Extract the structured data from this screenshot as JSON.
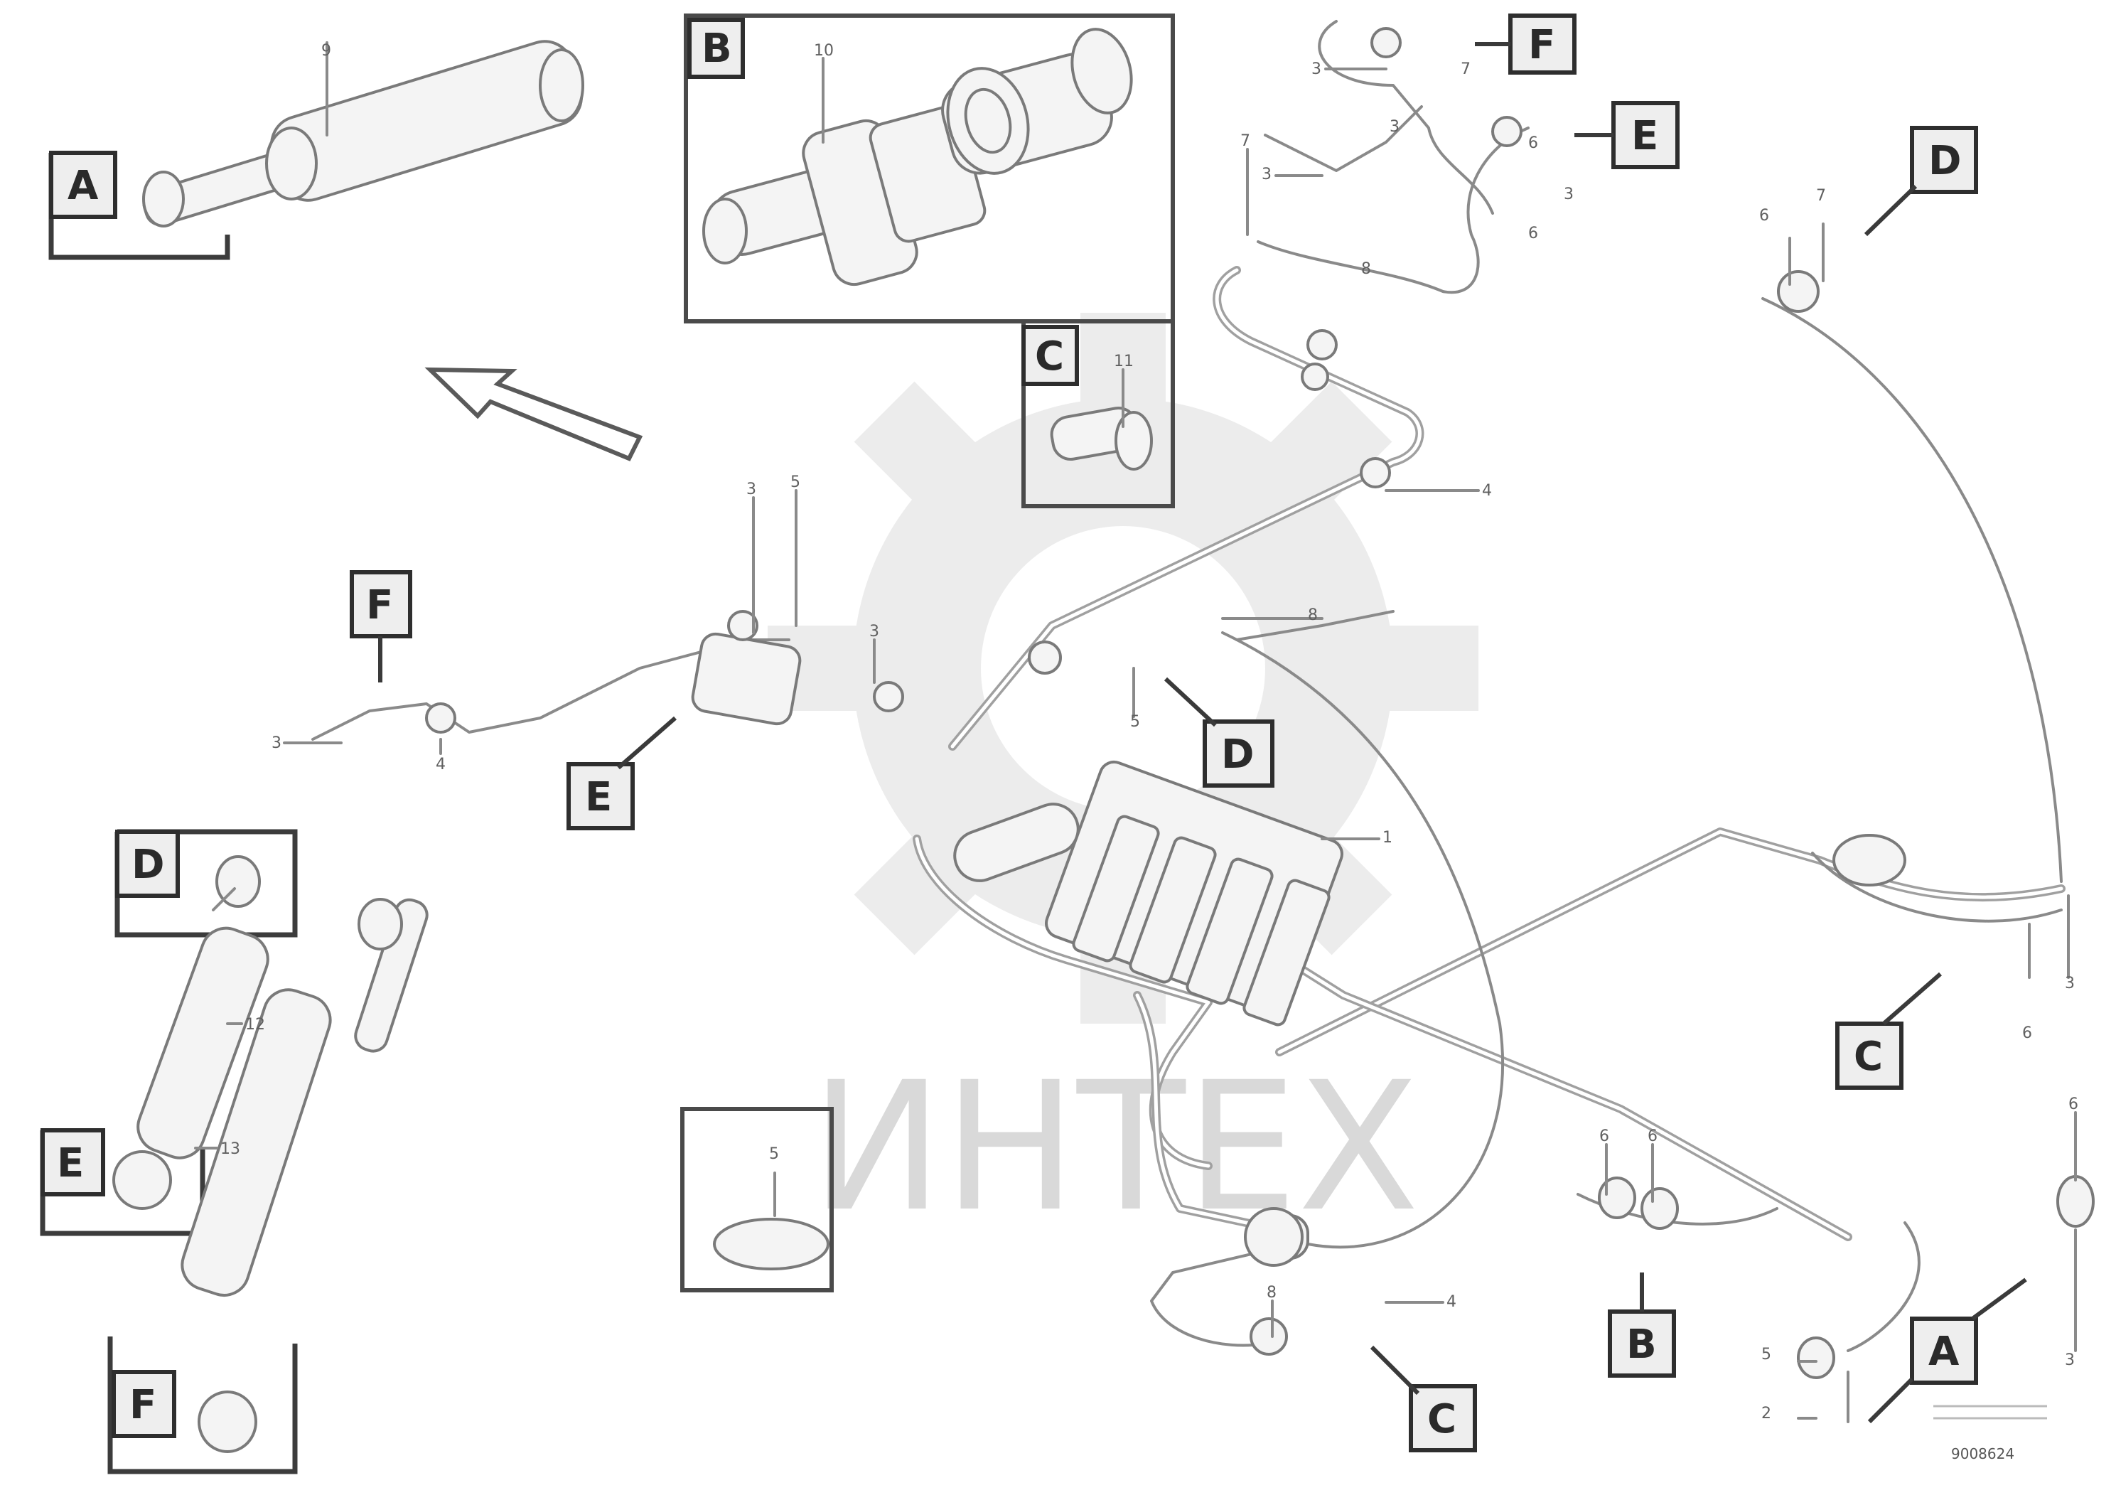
{
  "watermark": {
    "text": "ИНТЕХ"
  },
  "callouts": {
    "A": "A",
    "B": "B",
    "C": "C",
    "D": "D",
    "E": "E",
    "F": "F"
  },
  "part_numbers": {
    "n1": "1",
    "n2": "2",
    "n3": "3",
    "n4": "4",
    "n5": "5",
    "n6": "6",
    "n7": "7",
    "n8": "8",
    "n9": "9",
    "n10": "10",
    "n11": "11",
    "n12": "12",
    "n13": "13"
  },
  "reference": {
    "code": "9008624"
  }
}
